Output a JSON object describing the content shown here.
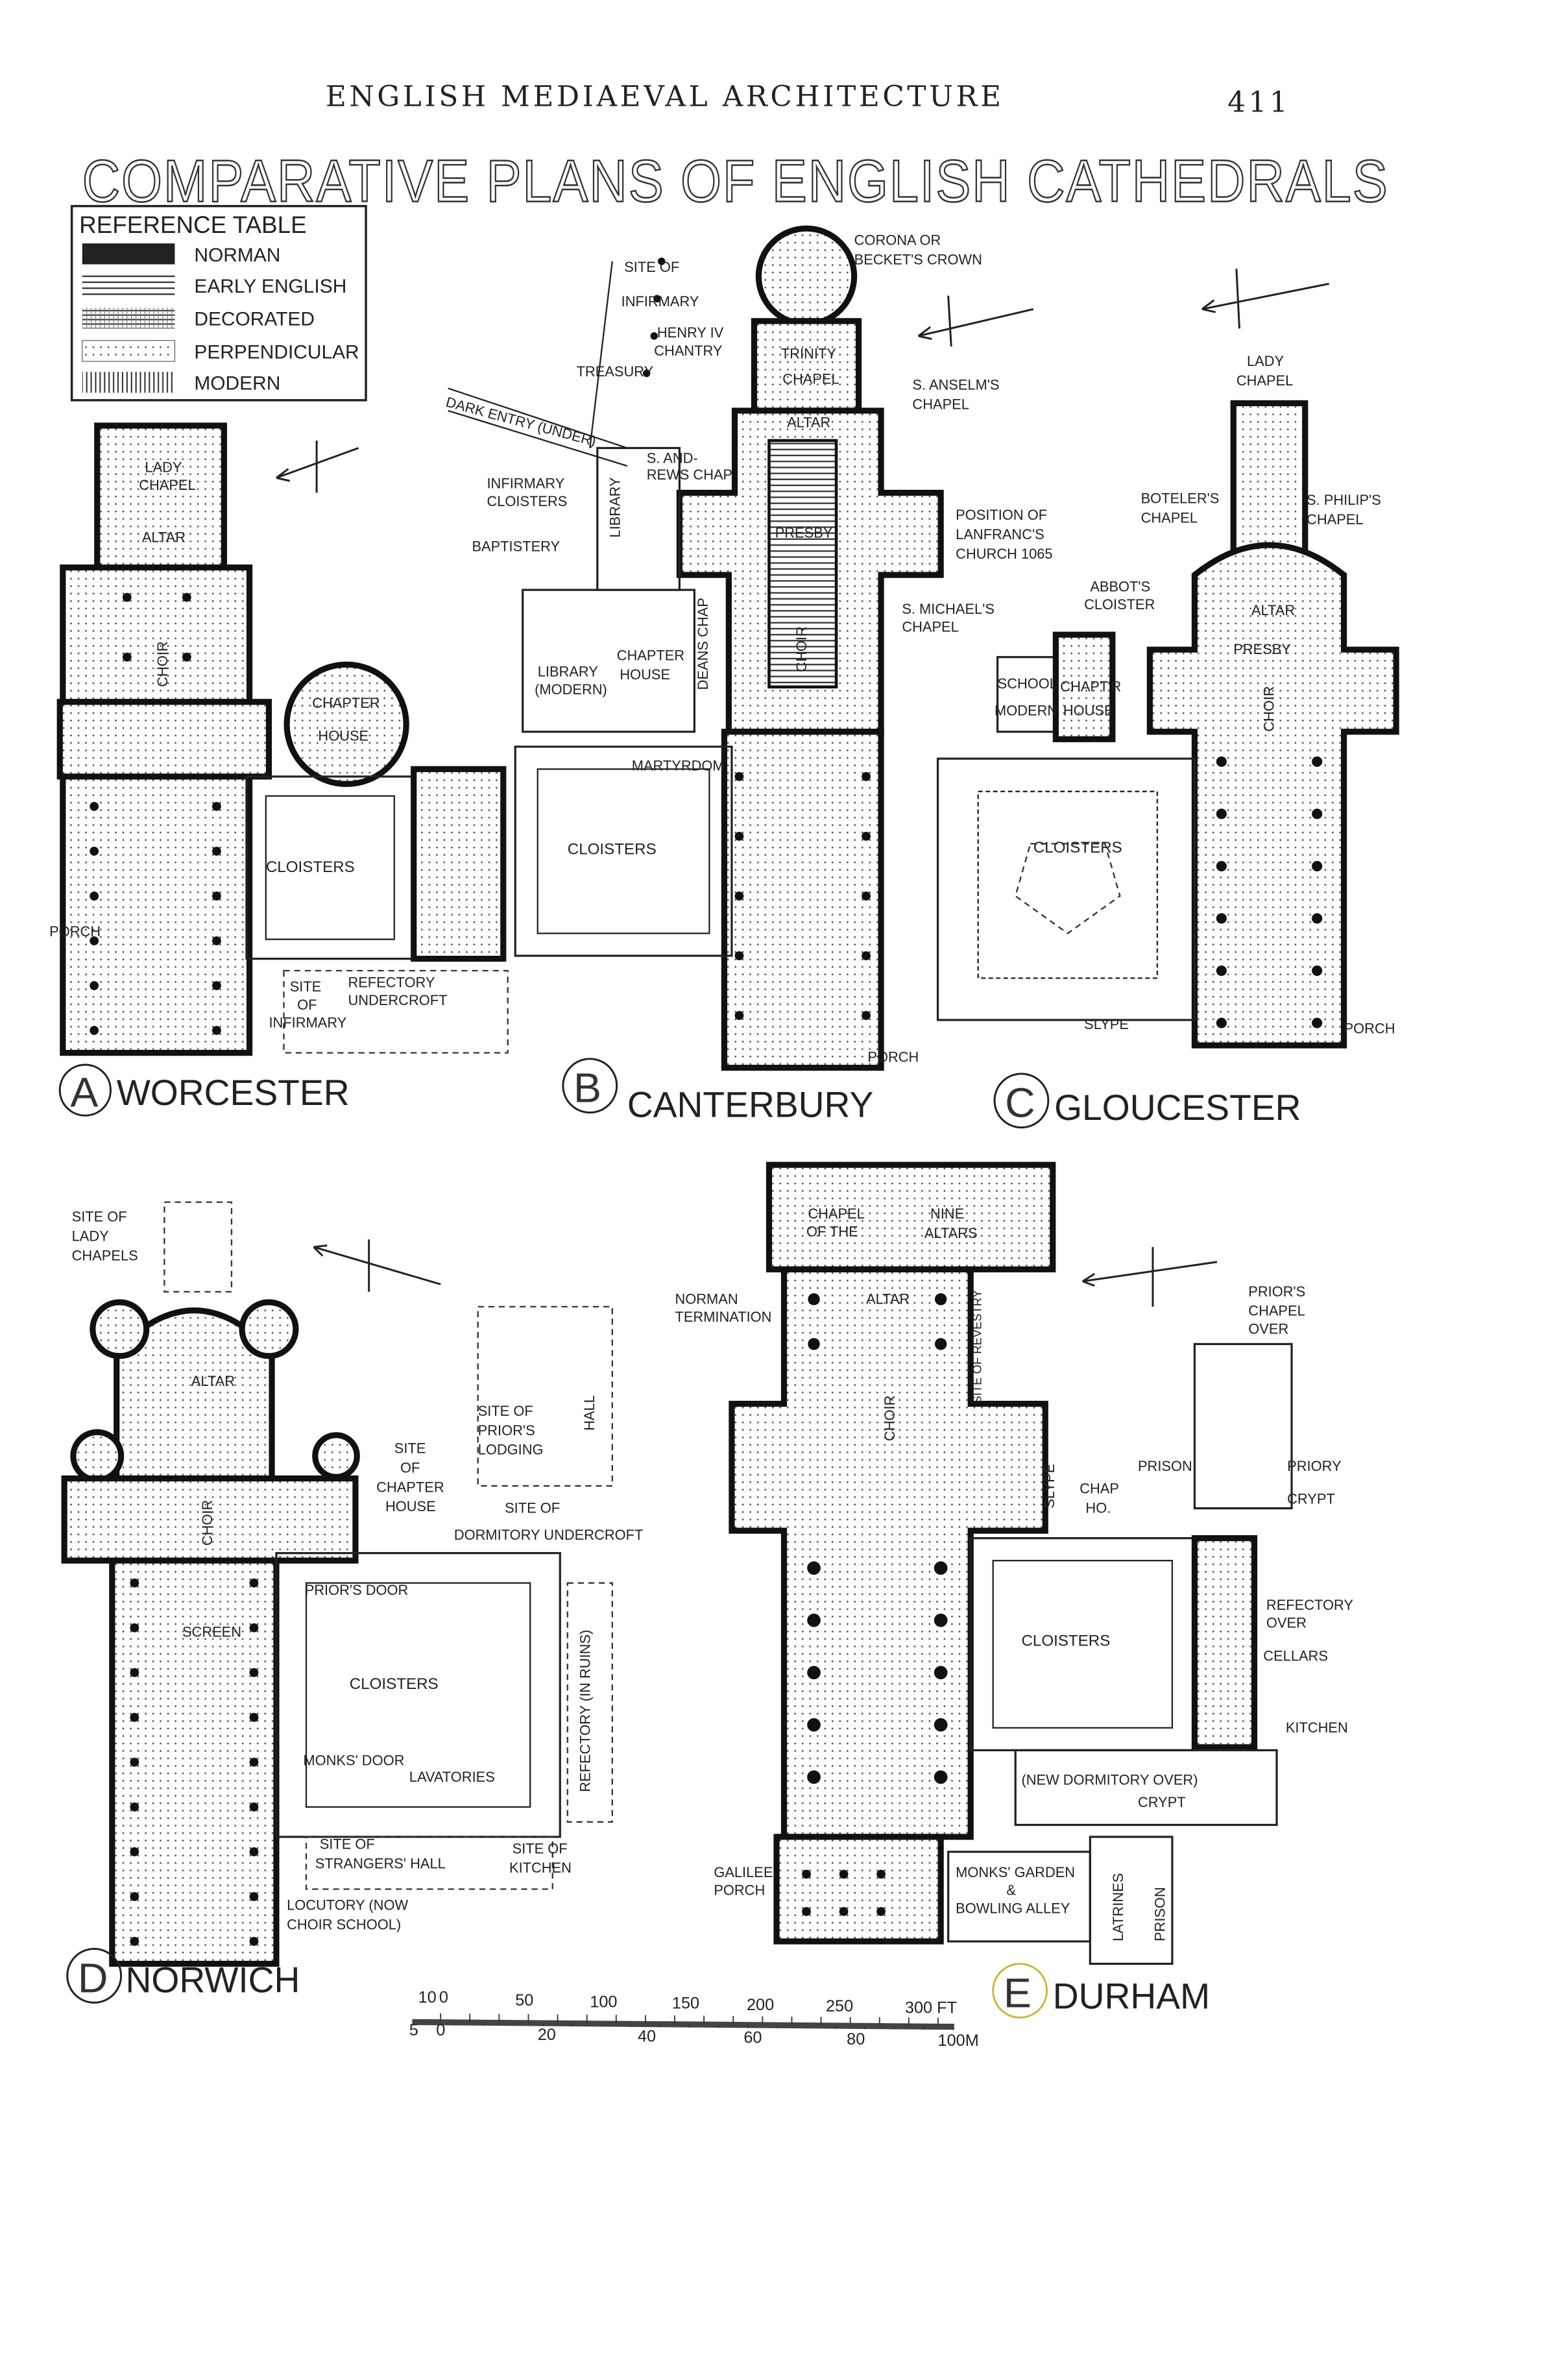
{
  "header": {
    "running_title": "ENGLISH MEDIAEVAL ARCHITECTURE",
    "page_number": "411"
  },
  "title": "COMPARATIVE PLANS OF ENGLISH CATHEDRALS",
  "legend": {
    "title": "REFERENCE TABLE",
    "items": [
      {
        "label": "NORMAN",
        "pattern": "solid-black"
      },
      {
        "label": "EARLY ENGLISH",
        "pattern": "horizontal-lines"
      },
      {
        "label": "DECORATED",
        "pattern": "cross-hatch"
      },
      {
        "label": "PERPENDICULAR",
        "pattern": "dots"
      },
      {
        "label": "MODERN",
        "pattern": "vertical-lines"
      }
    ]
  },
  "plans": {
    "worcester": {
      "letter": "A",
      "name": "WORCESTER",
      "labels": [
        "LADY",
        "CHAPEL",
        "ALTAR",
        "CHOIR",
        "CHAPTER",
        "HOUSE",
        "CLOISTERS",
        "PORCH",
        "SITE",
        "OF",
        "INFIRMARY",
        "REFECTORY",
        "UNDERCROFT"
      ]
    },
    "canterbury": {
      "letter": "B",
      "name": "CANTERBURY",
      "labels": [
        "CORONA OR",
        "BECKET'S CROWN",
        "SITE OF",
        "INFIRMARY",
        "HENRY IV",
        "CHANTRY",
        "TRINITY",
        "CHAPEL",
        "TREASURY",
        "S. ANSELM'S",
        "CHAPEL",
        "ALTAR",
        "DARK ENTRY (UNDER)",
        "S. AND-",
        "REWS CHAP",
        "INFIRMARY",
        "CLOISTERS",
        "LIBRARY",
        "PRESBY",
        "POSITION OF",
        "LANFRANC'S",
        "CHURCH 1065",
        "BAPTISTERY",
        "S. MICHAEL'S",
        "CHAPEL",
        "CHOIR",
        "LIBRARY",
        "(MODERN)",
        "CHAPTER",
        "HOUSE",
        "DEANS CHAP",
        "MARTYRDOM",
        "CLOISTERS",
        "PORCH"
      ]
    },
    "gloucester": {
      "letter": "C",
      "name": "GLOUCESTER",
      "labels": [
        "LADY",
        "CHAPEL",
        "BOTELER'S",
        "CHAPEL",
        "S. PHILIP'S",
        "CHAPEL",
        "ABBOT'S",
        "CLOISTER",
        "ALTAR",
        "PRESBY",
        "SCHOOL",
        "MODERN",
        "CHAPT'R",
        "HOUSE",
        "CHOIR",
        "CLOISTERS",
        "SLYPE",
        "PORCH"
      ]
    },
    "norwich": {
      "letter": "D",
      "name": "NORWICH",
      "labels": [
        "SITE OF",
        "LADY",
        "CHAPELS",
        "ALTAR",
        "SITE OF",
        "PRIOR'S",
        "LODGING",
        "HALL",
        "SITE",
        "OF",
        "CHAPTER",
        "HOUSE",
        "SITE OF",
        "DORMITORY UNDERCROFT",
        "CHOIR",
        "PRIOR'S DOOR",
        "SCREEN",
        "CLOISTERS",
        "REFECTORY (IN RUINS)",
        "MONKS' DOOR",
        "LAVATORIES",
        "SITE OF",
        "STRANGERS' HALL",
        "SITE OF",
        "KITCHEN",
        "LOCUTORY (NOW",
        "CHOIR SCHOOL)"
      ]
    },
    "durham": {
      "letter": "E",
      "name": "DURHAM",
      "labels": [
        "CHAPEL",
        "OF THE",
        "NINE",
        "ALTARS",
        "NORMAN",
        "TERMINATION",
        "ALTAR",
        "PRIOR'S",
        "CHAPEL",
        "OVER",
        "CHOIR",
        "SITE OF REVESTRY",
        "SLYPE",
        "CHAP",
        "HO.",
        "PRISON",
        "PRIORY",
        "CRYPT",
        "CLOISTERS",
        "REFECTORY",
        "OVER",
        "CELLARS",
        "KITCHEN",
        "(NEW DORMITORY OVER)",
        "CRYPT",
        "GALILEE",
        "PORCH",
        "MONKS' GARDEN",
        "&",
        "BOWLING ALLEY",
        "LATRINES",
        "PRISON"
      ]
    }
  },
  "scale_bar": {
    "feet_ticks": [
      "10",
      "0",
      "50",
      "100",
      "150",
      "200",
      "250",
      "300 FT"
    ],
    "metre_ticks": [
      "5",
      "0",
      "20",
      "40",
      "60",
      "80",
      "100M"
    ]
  }
}
